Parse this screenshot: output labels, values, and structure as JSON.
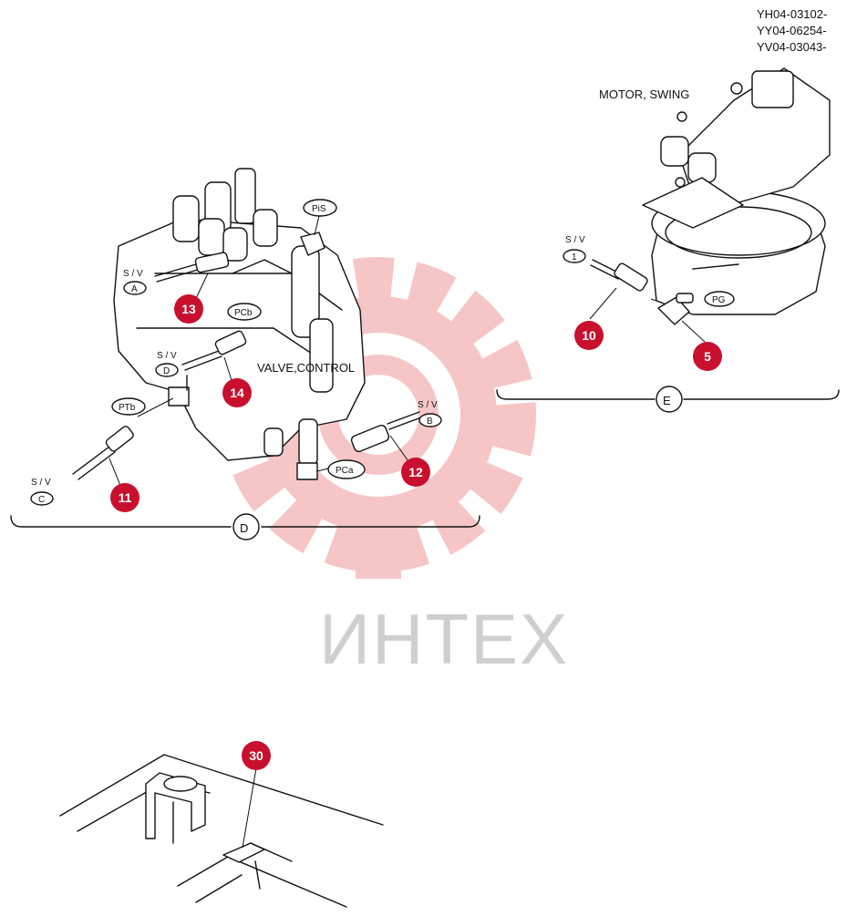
{
  "model_codes": [
    "YH04-03102-",
    "YY04-06254-",
    "YV04-03043-"
  ],
  "labels": {
    "motor_swing": "MOTOR, SWING",
    "valve_control": "VALVE,CONTROL",
    "sv": "S / V"
  },
  "ports": {
    "pis": "PiS",
    "pcb": "PCb",
    "ptb": "PTb",
    "pca": "PCa",
    "pg": "PG"
  },
  "sv_letters": {
    "a": "A",
    "b": "B",
    "c": "C",
    "d": "D",
    "one": "1"
  },
  "views": {
    "d": "D",
    "e": "E"
  },
  "callouts": {
    "c13": "13",
    "c14": "14",
    "c11": "11",
    "c12": "12",
    "c10": "10",
    "c5": "5",
    "c30": "30"
  },
  "watermark": {
    "text": "ИНТЕХ"
  },
  "colors": {
    "callout": "#c8102e",
    "watermark_gear": "#f6c6c6",
    "watermark_text": "#cfcfcf",
    "line": "#111111"
  }
}
